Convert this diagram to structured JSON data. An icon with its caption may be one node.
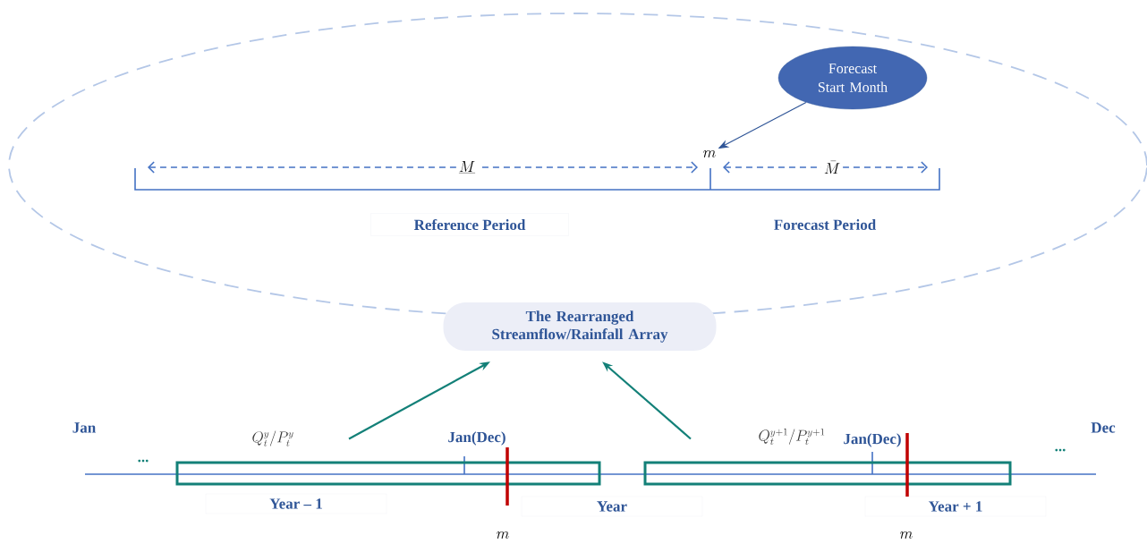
{
  "diagram": {
    "nodes": [
      {
        "text": [],
        "shape": "ellipse"
      },
      {
        "text": [
          "Forecast Start Month"
        ],
        "in": 0
      },
      {
        "text": [
          "m"
        ],
        "in": 0
      },
      {
        "text": [
          "Reference Period"
        ],
        "in": 0
      },
      {
        "text": [
          "The Rearranged Streamflow/Rainfall Array"
        ]
      },
      {
        "text": [],
        "shape": "box",
        "beside": [
          "Q_t^{y} / P_t^{y}"
        ]
      },
      {
        "text": [],
        "shape": "box",
        "beside": [
          "Q_t^{y+1} / P_t^{y+1}"
        ]
      },
      {
        "text": [
          "Year – 1"
        ]
      },
      {
        "text": [
          "Year"
        ]
      },
      {
        "text": [
          "Year + 1"
        ]
      }
    ],
    "edges": [
      {
        "from": 1,
        "to": 2,
        "arrow": "to",
        "color": "#2f5597"
      },
      {
        "from": 5,
        "to": 4,
        "arrow": "to"
      },
      {
        "from": 6,
        "to": 4,
        "arrow": "to"
      }
    ],
    "labels": [
      "\\underline{M}",
      "\\bar{M}",
      "Forecast Period",
      "Jan",
      "Dec",
      "Jan(Dec)",
      "Jan(Dec)",
      "...",
      "...",
      "m",
      "m"
    ]
  }
}
